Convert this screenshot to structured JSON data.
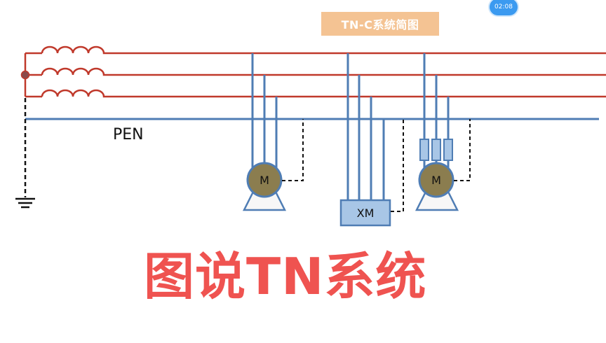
{
  "header": {
    "title": "TN-C系统简图",
    "timer": "02:08"
  },
  "labels": {
    "pen": "PEN",
    "motor1": "M",
    "motor2": "M",
    "box": "XM"
  },
  "caption": "图说TN系统",
  "colors": {
    "phase_line": "#c0392b",
    "pen_line": "#4f7db4",
    "device_fill": "#8b7d4f",
    "box_fill": "#a8c6e6",
    "title_bg": "#f4c393",
    "caption": "#ef5350"
  }
}
